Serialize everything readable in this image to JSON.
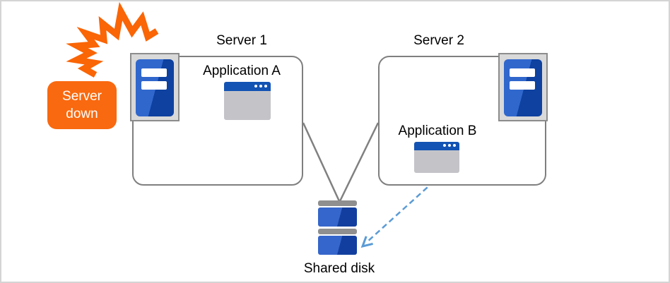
{
  "alert": {
    "line1": "Server",
    "line2": "down"
  },
  "servers": [
    {
      "title": "Server 1",
      "app": "Application A"
    },
    {
      "title": "Server 2",
      "app": "Application B"
    }
  ],
  "disk": {
    "label": "Shared disk"
  },
  "icons": {
    "crash": "crash-burst-icon",
    "server_tower": "server-tower-icon",
    "app_window": "app-window-icon",
    "disk_stack": "shared-disk-icon",
    "window_buttons": "window-buttons-icon",
    "failover_arrow": "failover-arrow-icon"
  },
  "colors": {
    "orange": "#f9690f",
    "tower_blue_light": "#3067cd",
    "tower_blue_dark": "#0e41a0",
    "titlebar_blue": "#1353b4",
    "window_body_gray": "#c4c4c8",
    "icon_bg_gray": "#d9d9d9",
    "icon_border_gray": "#8c8c8c",
    "box_border_gray": "#7f7f7f",
    "connector_gray": "#808080",
    "disk_cap_gray": "#8f8f8f",
    "arrow_blue": "#5b9bd5",
    "frame_border": "#d4d4d4"
  }
}
